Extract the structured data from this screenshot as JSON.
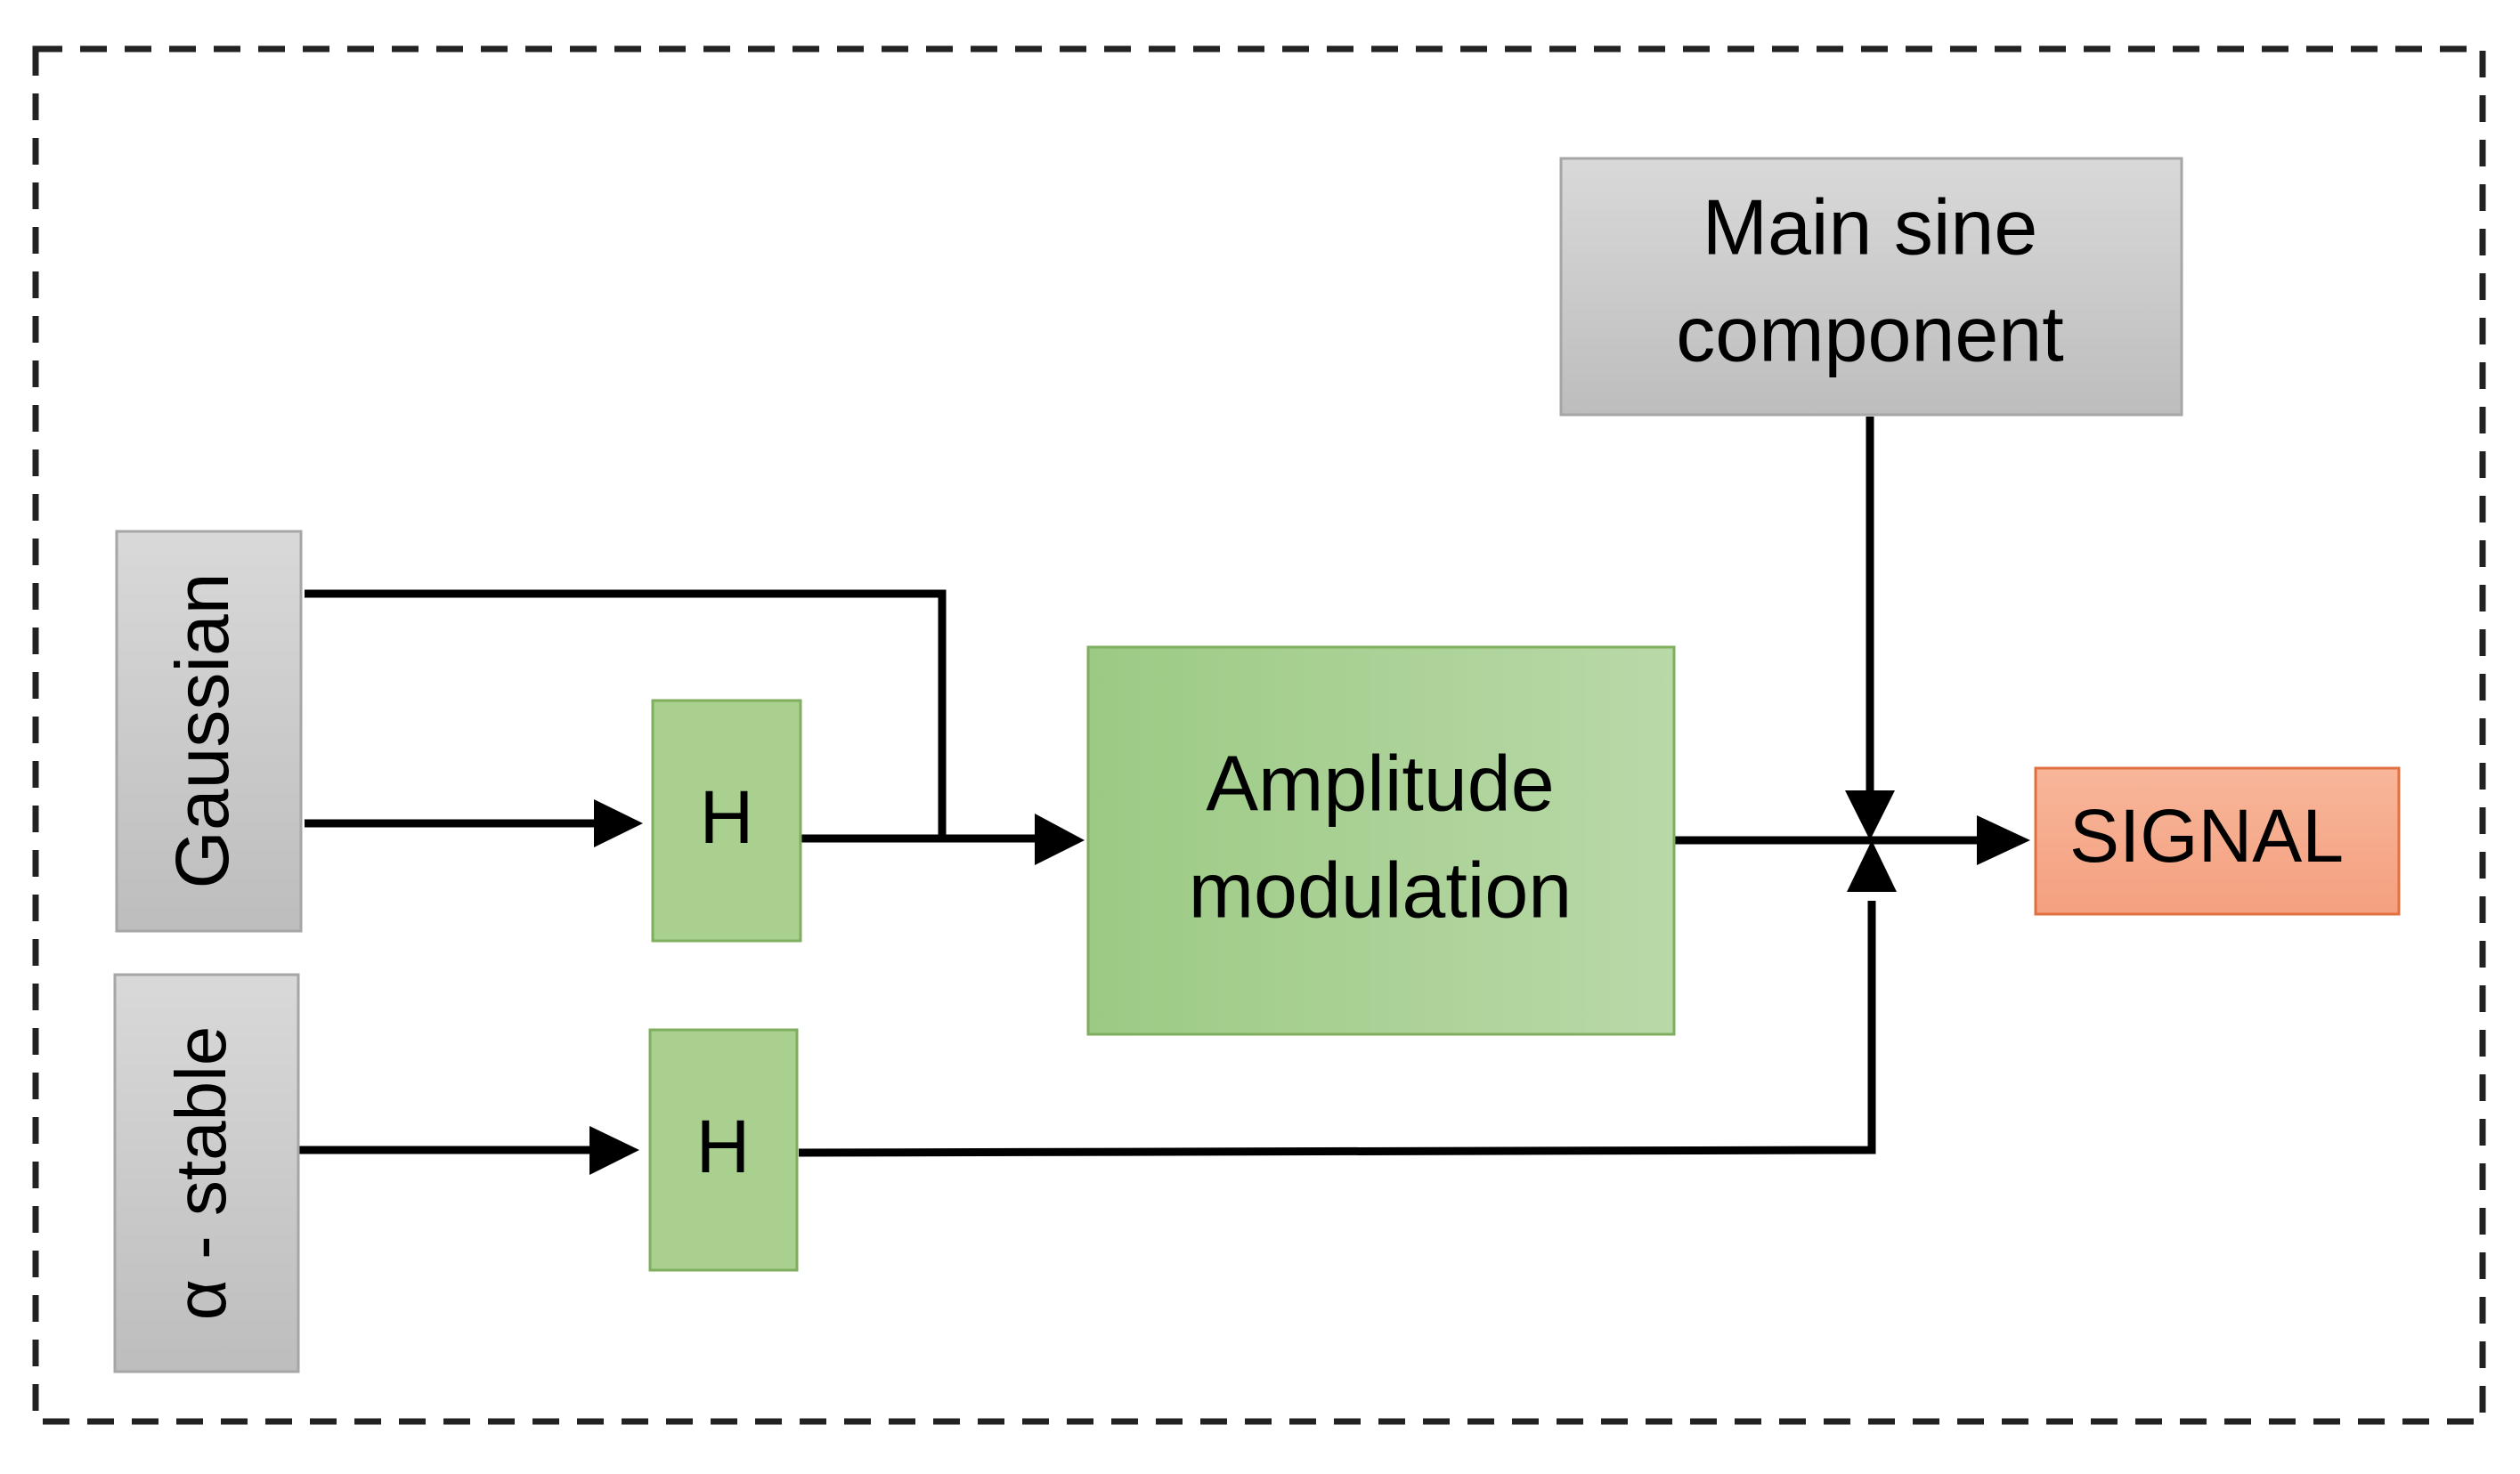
{
  "diagram": {
    "blocks": {
      "gaussian": {
        "label": "Gaussian"
      },
      "alpha_stable": {
        "label": "α - stable"
      },
      "filter_top": {
        "label": "H"
      },
      "filter_bottom": {
        "label": "H"
      },
      "amplitude_modulation": {
        "line1": "Amplitude",
        "line2": "modulation"
      },
      "main_sine": {
        "line1": "Main sine",
        "line2": "component"
      },
      "signal": {
        "label": "SIGNAL"
      }
    },
    "colors": {
      "gray_block_top": "#d9d9d9",
      "gray_block_bottom": "#bdbdbd",
      "green_block_left": "#9cca84",
      "green_block_right": "#b9d9a8",
      "green_small_block": "#a9d08e",
      "green_border": "#7fae5f",
      "signal_fill_top": "#f8b69a",
      "signal_fill_bottom": "#f4a07f",
      "signal_border": "#e2703f",
      "frame_dash": "#222222",
      "connector": "#000000"
    }
  }
}
